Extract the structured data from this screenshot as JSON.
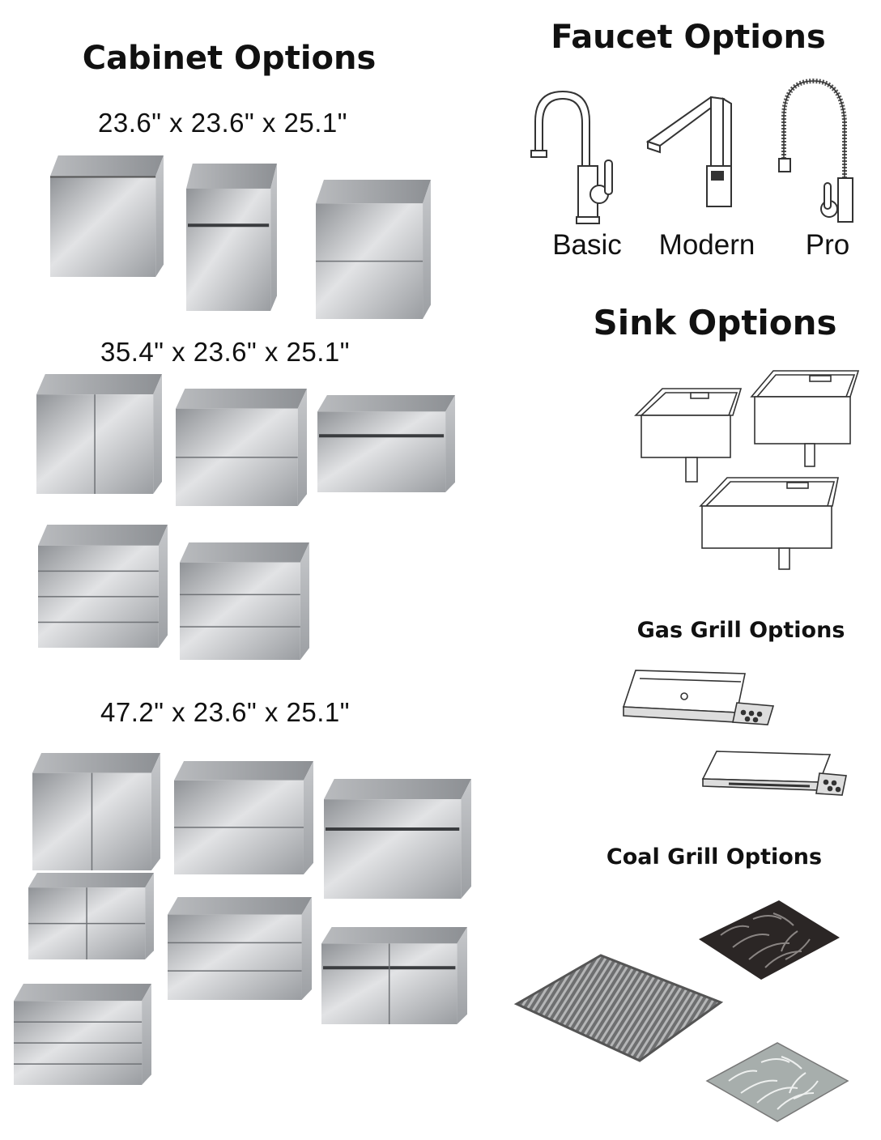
{
  "cabinets": {
    "title": "Cabinet Options",
    "sizes": [
      {
        "label": "23.6\" x 23.6\" x 25.1\"",
        "count": 3
      },
      {
        "label": "35.4\" x 23.6\" x 25.1\"",
        "count": 5
      },
      {
        "label": "47.2\" x 23.6\" x 25.1\"",
        "count": 7
      }
    ]
  },
  "faucets": {
    "title": "Faucet Options",
    "items": [
      {
        "label": "Basic"
      },
      {
        "label": "Modern"
      },
      {
        "label": "Pro"
      }
    ]
  },
  "sinks": {
    "title": "Sink Options",
    "count": 3
  },
  "gas_grills": {
    "title": "Gas Grill Options",
    "count": 2
  },
  "coal_grills": {
    "title": "Coal Grill Options",
    "count": 3
  },
  "colors": {
    "steel_light": "#d9dadc",
    "steel_mid": "#a9abae",
    "steel_dark": "#7d8084",
    "line": "#333333",
    "coal_dark": "#2b2625",
    "coal_light": "#a7aeac"
  }
}
